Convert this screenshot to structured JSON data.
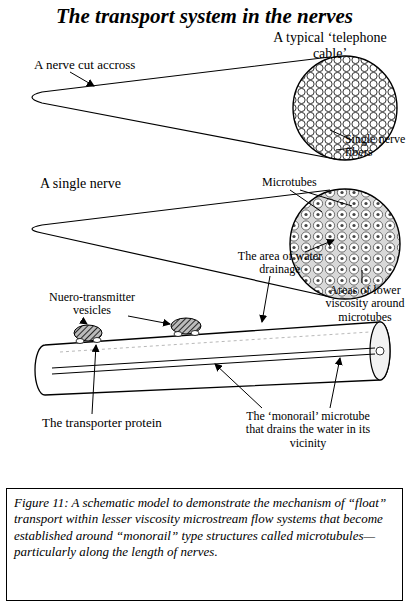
{
  "diagram": {
    "title": "The transport system in the nerves",
    "caption": "Figure 11: A schematic model to demonstrate the mechanism of “float” transport within lesser viscosity microstream flow systems that become established around “monorail” type structures called microtubules—particularly along the length of nerves.",
    "labels": [
      "A typical ‘telephone cable’",
      "A nerve cut accross",
      "Single nerve fibers",
      "A single nerve",
      "Microtubes",
      "The area of water drainage",
      "Areas of lower viscosity around microtubes",
      "Nuero-transmitter vesicles",
      "The transporter protein",
      "The ‘monorail’ microtube that drains the water in its vicinity"
    ]
  }
}
